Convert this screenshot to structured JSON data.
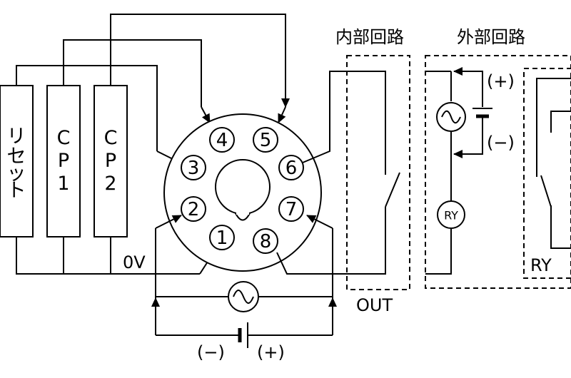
{
  "relay_boxes": [
    {
      "id": "reset",
      "label_chars": [
        "リ",
        "セ",
        "ッ",
        "ト"
      ]
    },
    {
      "id": "cp1",
      "label_chars": [
        "C",
        "P",
        "1"
      ]
    },
    {
      "id": "cp2",
      "label_chars": [
        "C",
        "P",
        "2"
      ]
    }
  ],
  "pins": [
    "1",
    "2",
    "3",
    "4",
    "5",
    "6",
    "7",
    "8"
  ],
  "labels": {
    "internal_circuit": "内部回路",
    "external_circuit": "外部回路",
    "zero_v": "0V",
    "out": "OUT",
    "ry_box": "RY",
    "ry_coil": "RY",
    "plus": "(+)",
    "minus": "(−)",
    "bottom_minus": "(−)",
    "bottom_plus": "(+)"
  },
  "icons": {
    "ac_source": "ac-source-icon",
    "dc_battery": "battery-icon",
    "arrow": "arrow-icon",
    "switch": "switch-contact-icon"
  },
  "colors": {
    "line": "#000000",
    "background": "#ffffff"
  }
}
